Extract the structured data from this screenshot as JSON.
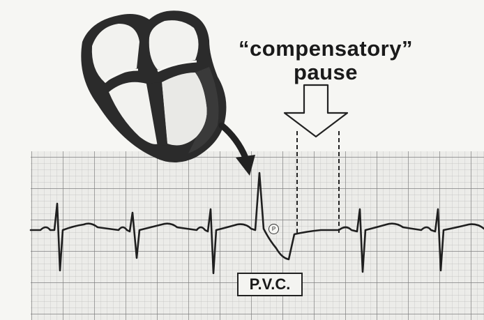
{
  "labels": {
    "pause_line1": "“compensatory”",
    "pause_line2": "pause",
    "pvc": "P.V.C.",
    "p_wave_marker": "P"
  },
  "icons": {
    "heart": "heart-cross-section-icon",
    "pointer_arrow": "curved-arrow-icon",
    "down_arrow": "down-arrow-icon"
  },
  "colors": {
    "ink": "#222222",
    "grid_minor": "#b9b9b9",
    "grid_major": "#8a8a8a",
    "paper": "#ececea"
  }
}
